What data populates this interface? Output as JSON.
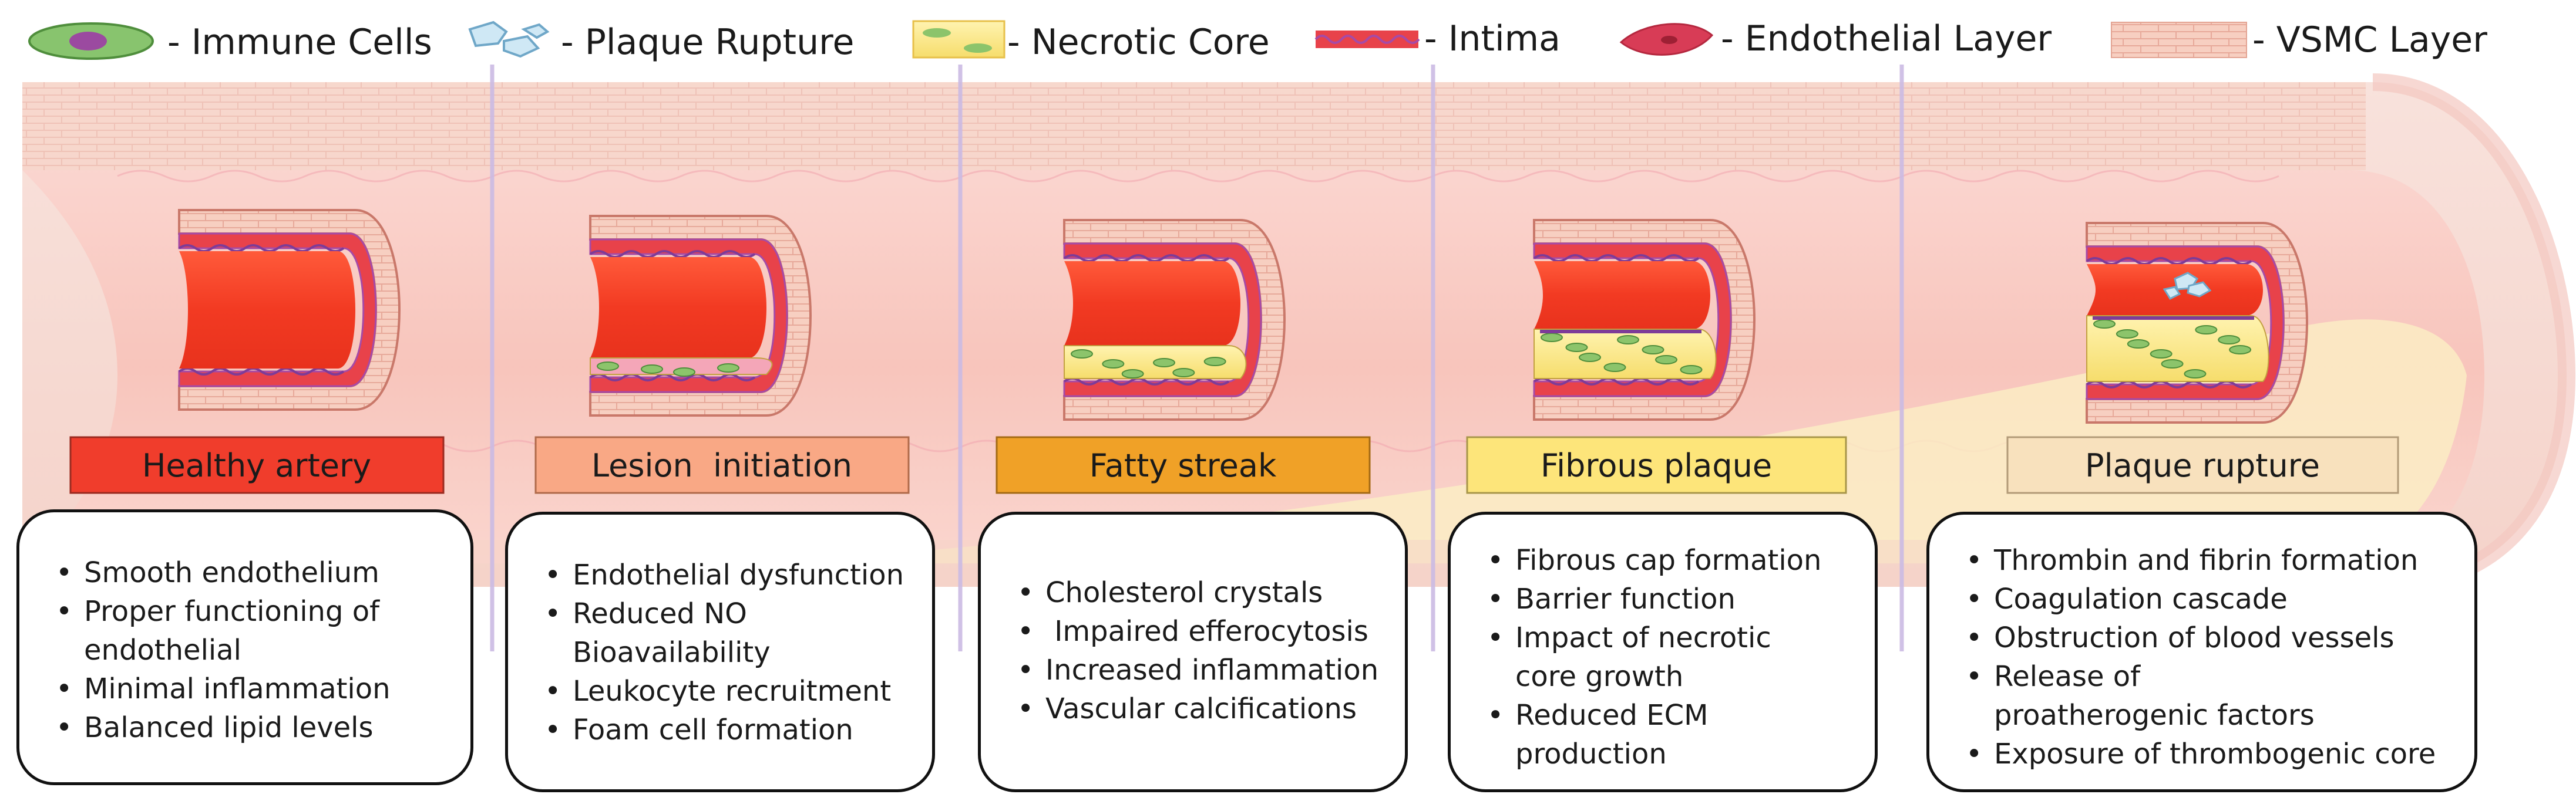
{
  "legend": [
    {
      "key": "immune",
      "label": "- Immune Cells"
    },
    {
      "key": "rupture",
      "label": "- Plaque Rupture"
    },
    {
      "key": "necrotic",
      "label": "- Necrotic Core"
    },
    {
      "key": "intima",
      "label": "- Intima"
    },
    {
      "key": "endothelial",
      "label": "- Endothelial Layer"
    },
    {
      "key": "vsmc",
      "label": "- VSMC Layer"
    }
  ],
  "stages": [
    {
      "label": "Healthy artery",
      "color": "#f03d2c",
      "bullets": [
        "Smooth endothelium",
        "Proper functioning of endothelial",
        "Minimal inflammation",
        "Balanced lipid levels"
      ]
    },
    {
      "label": "Lesion  initiation",
      "color": "#f9a885",
      "bullets": [
        "Endothelial dysfunction",
        "Reduced NO Bioavailability",
        "Leukocyte recruitment",
        "Foam cell formation"
      ]
    },
    {
      "label": "Fatty streak",
      "color": "#f0a127",
      "bullets": [
        "Cholesterol crystals",
        " Impaired efferocytosis",
        "Increased inflammation",
        "Vascular calcifications"
      ]
    },
    {
      "label": "Fibrous plaque",
      "color": "#fde57a",
      "bullets": [
        "Fibrous cap formation",
        "Barrier function",
        "Impact of necrotic core growth",
        "Reduced ECM production"
      ]
    },
    {
      "label": "Plaque rupture",
      "color": "#f8e1bd",
      "bullets": [
        "Thrombin and fibrin formation",
        "Coagulation cascade",
        "Obstruction of blood vessels",
        "Release of proatherogenic factors",
        "Exposure of thrombogenic core"
      ]
    }
  ]
}
